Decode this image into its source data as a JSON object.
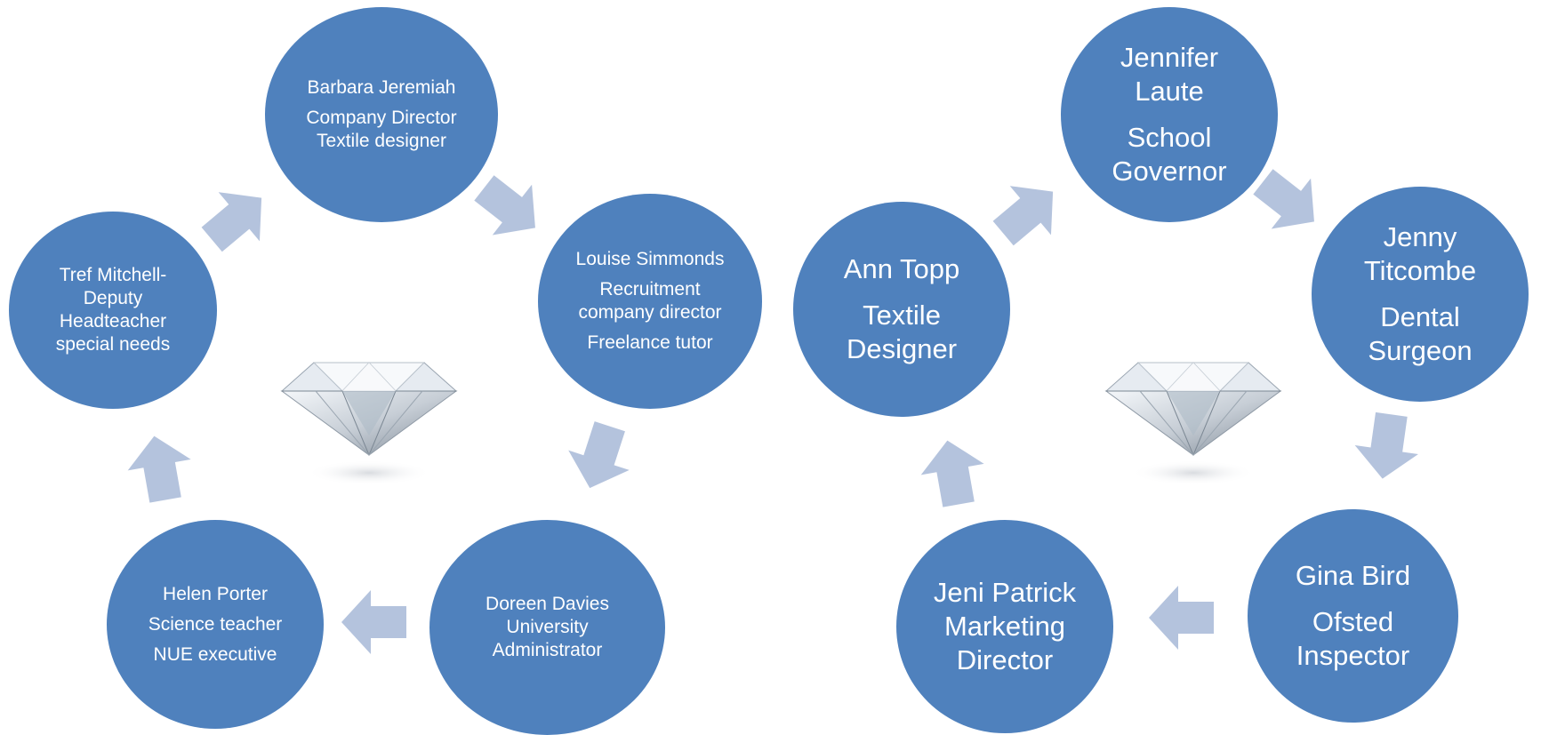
{
  "left_cycle": {
    "nodes": [
      {
        "id": "barbara",
        "lines": [
          "Barbara Jeremiah",
          "Company Director",
          "Textile designer"
        ]
      },
      {
        "id": "louise",
        "lines": [
          "Louise Simmonds",
          "Recruitment",
          "company director",
          "Freelance tutor"
        ]
      },
      {
        "id": "doreen",
        "lines": [
          "Doreen Davies",
          "University",
          "Administrator"
        ]
      },
      {
        "id": "helen",
        "lines": [
          "Helen Porter",
          "Science teacher",
          "NUE executive"
        ]
      },
      {
        "id": "tref",
        "lines": [
          "Tref Mitchell-",
          "Deputy",
          "Headteacher",
          "special needs"
        ]
      }
    ]
  },
  "right_cycle": {
    "nodes": [
      {
        "id": "jennifer",
        "lines": [
          "Jennifer",
          "Laute",
          "School",
          "Governor"
        ]
      },
      {
        "id": "jenny",
        "lines": [
          "Jenny",
          "Titcombe",
          "Dental",
          "Surgeon"
        ]
      },
      {
        "id": "gina",
        "lines": [
          "Gina Bird",
          "Ofsted",
          "Inspector"
        ]
      },
      {
        "id": "jeni",
        "lines": [
          "Jeni Patrick",
          "Marketing",
          "Director"
        ]
      },
      {
        "id": "ann",
        "lines": [
          "Ann Topp",
          "Textile",
          "Designer"
        ]
      }
    ]
  },
  "colors": {
    "node_fill": "#4f81bd",
    "arrow_fill": "#b4c3dd",
    "text": "#ffffff"
  },
  "icons": {
    "center": "diamond-icon"
  }
}
